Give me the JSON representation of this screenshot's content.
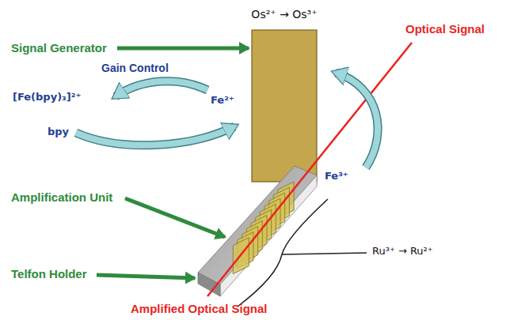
{
  "diagram": {
    "labels": [
      "Os²⁺ → Os³⁺",
      "Signal Generator",
      "Optical Signal",
      "Gain Control",
      "[Fe(bpy)₃]²⁺",
      "Fe²⁺",
      "bpy",
      "Fe³⁺",
      "Amplification Unit",
      "Ru³⁺ → Ru²⁺",
      "Telfon Holder",
      "Amplified Optical Signal"
    ]
  }
}
